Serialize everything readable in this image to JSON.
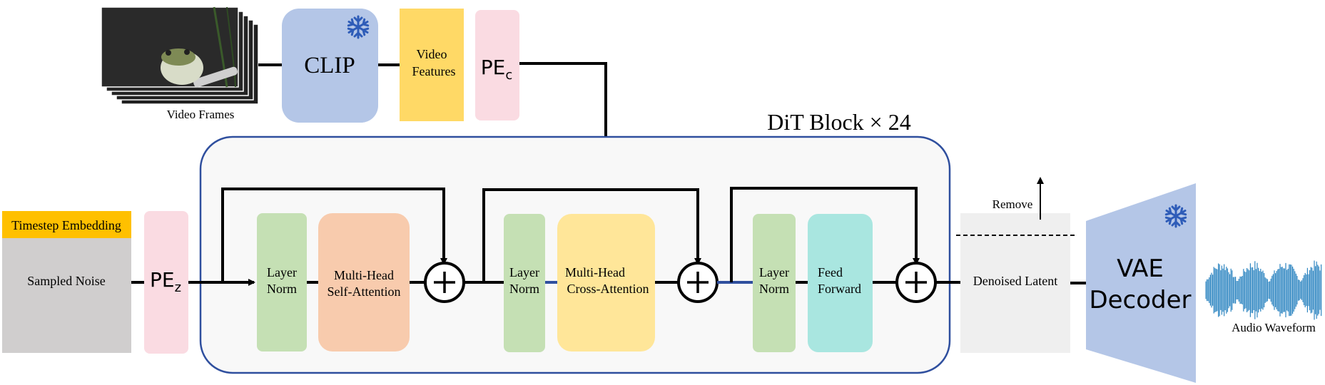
{
  "title": "DiT Block × 24",
  "labels": {
    "video_frames": "Video Frames",
    "clip": "CLIP",
    "video_features": [
      "Video",
      "Features"
    ],
    "pe_c_main": "PE",
    "pe_c_sub": "c",
    "timestep_embedding": "Timestep Embedding",
    "sampled_noise": "Sampled Noise",
    "pe_z_main": "PE",
    "pe_z_sub": "z",
    "layer_norm": [
      "Layer",
      "Norm"
    ],
    "self_attention": [
      "Multi-Head",
      "Self-Attention"
    ],
    "cross_attention": [
      "Multi-Head",
      "Cross-Attention"
    ],
    "feed_forward": [
      "Feed",
      "Forward"
    ],
    "remove": "Remove",
    "denoised_latent": "Denoised Latent",
    "vae_decoder": [
      "VAE",
      "Decoder"
    ],
    "audio_waveform": "Audio Waveform"
  },
  "icons": {
    "frozen": "snowflake-icon",
    "add": "plus-circle-icon"
  },
  "colors": {
    "clip": "#b4c6e7",
    "video_features": "#ffd966",
    "positional_encoding": "#fadbe2",
    "timestep": "#ffc000",
    "noise": "#d0cece",
    "layer_norm": "#c5e0b4",
    "self_attention": "#f8cbad",
    "cross_attention": "#ffe699",
    "feed_forward": "#a9e6e0",
    "dit_border": "#2f4f9e",
    "dit_fill": "#f8f8f8",
    "latent": "#efefef",
    "vae": "#b4c6e7",
    "snowflake": "#2e5cb8",
    "waveform": "#2e86c1"
  }
}
